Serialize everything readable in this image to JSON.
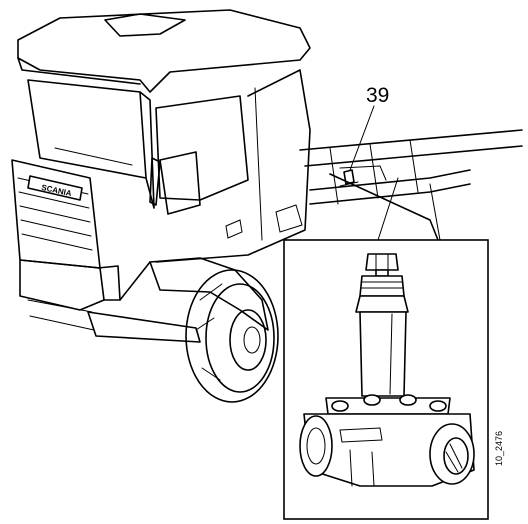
{
  "figure": {
    "callout_number": "39",
    "figure_code": "10_2476",
    "brand_text": "SCANIA"
  },
  "colors": {
    "ink": "#000000",
    "paper": "#ffffff"
  }
}
